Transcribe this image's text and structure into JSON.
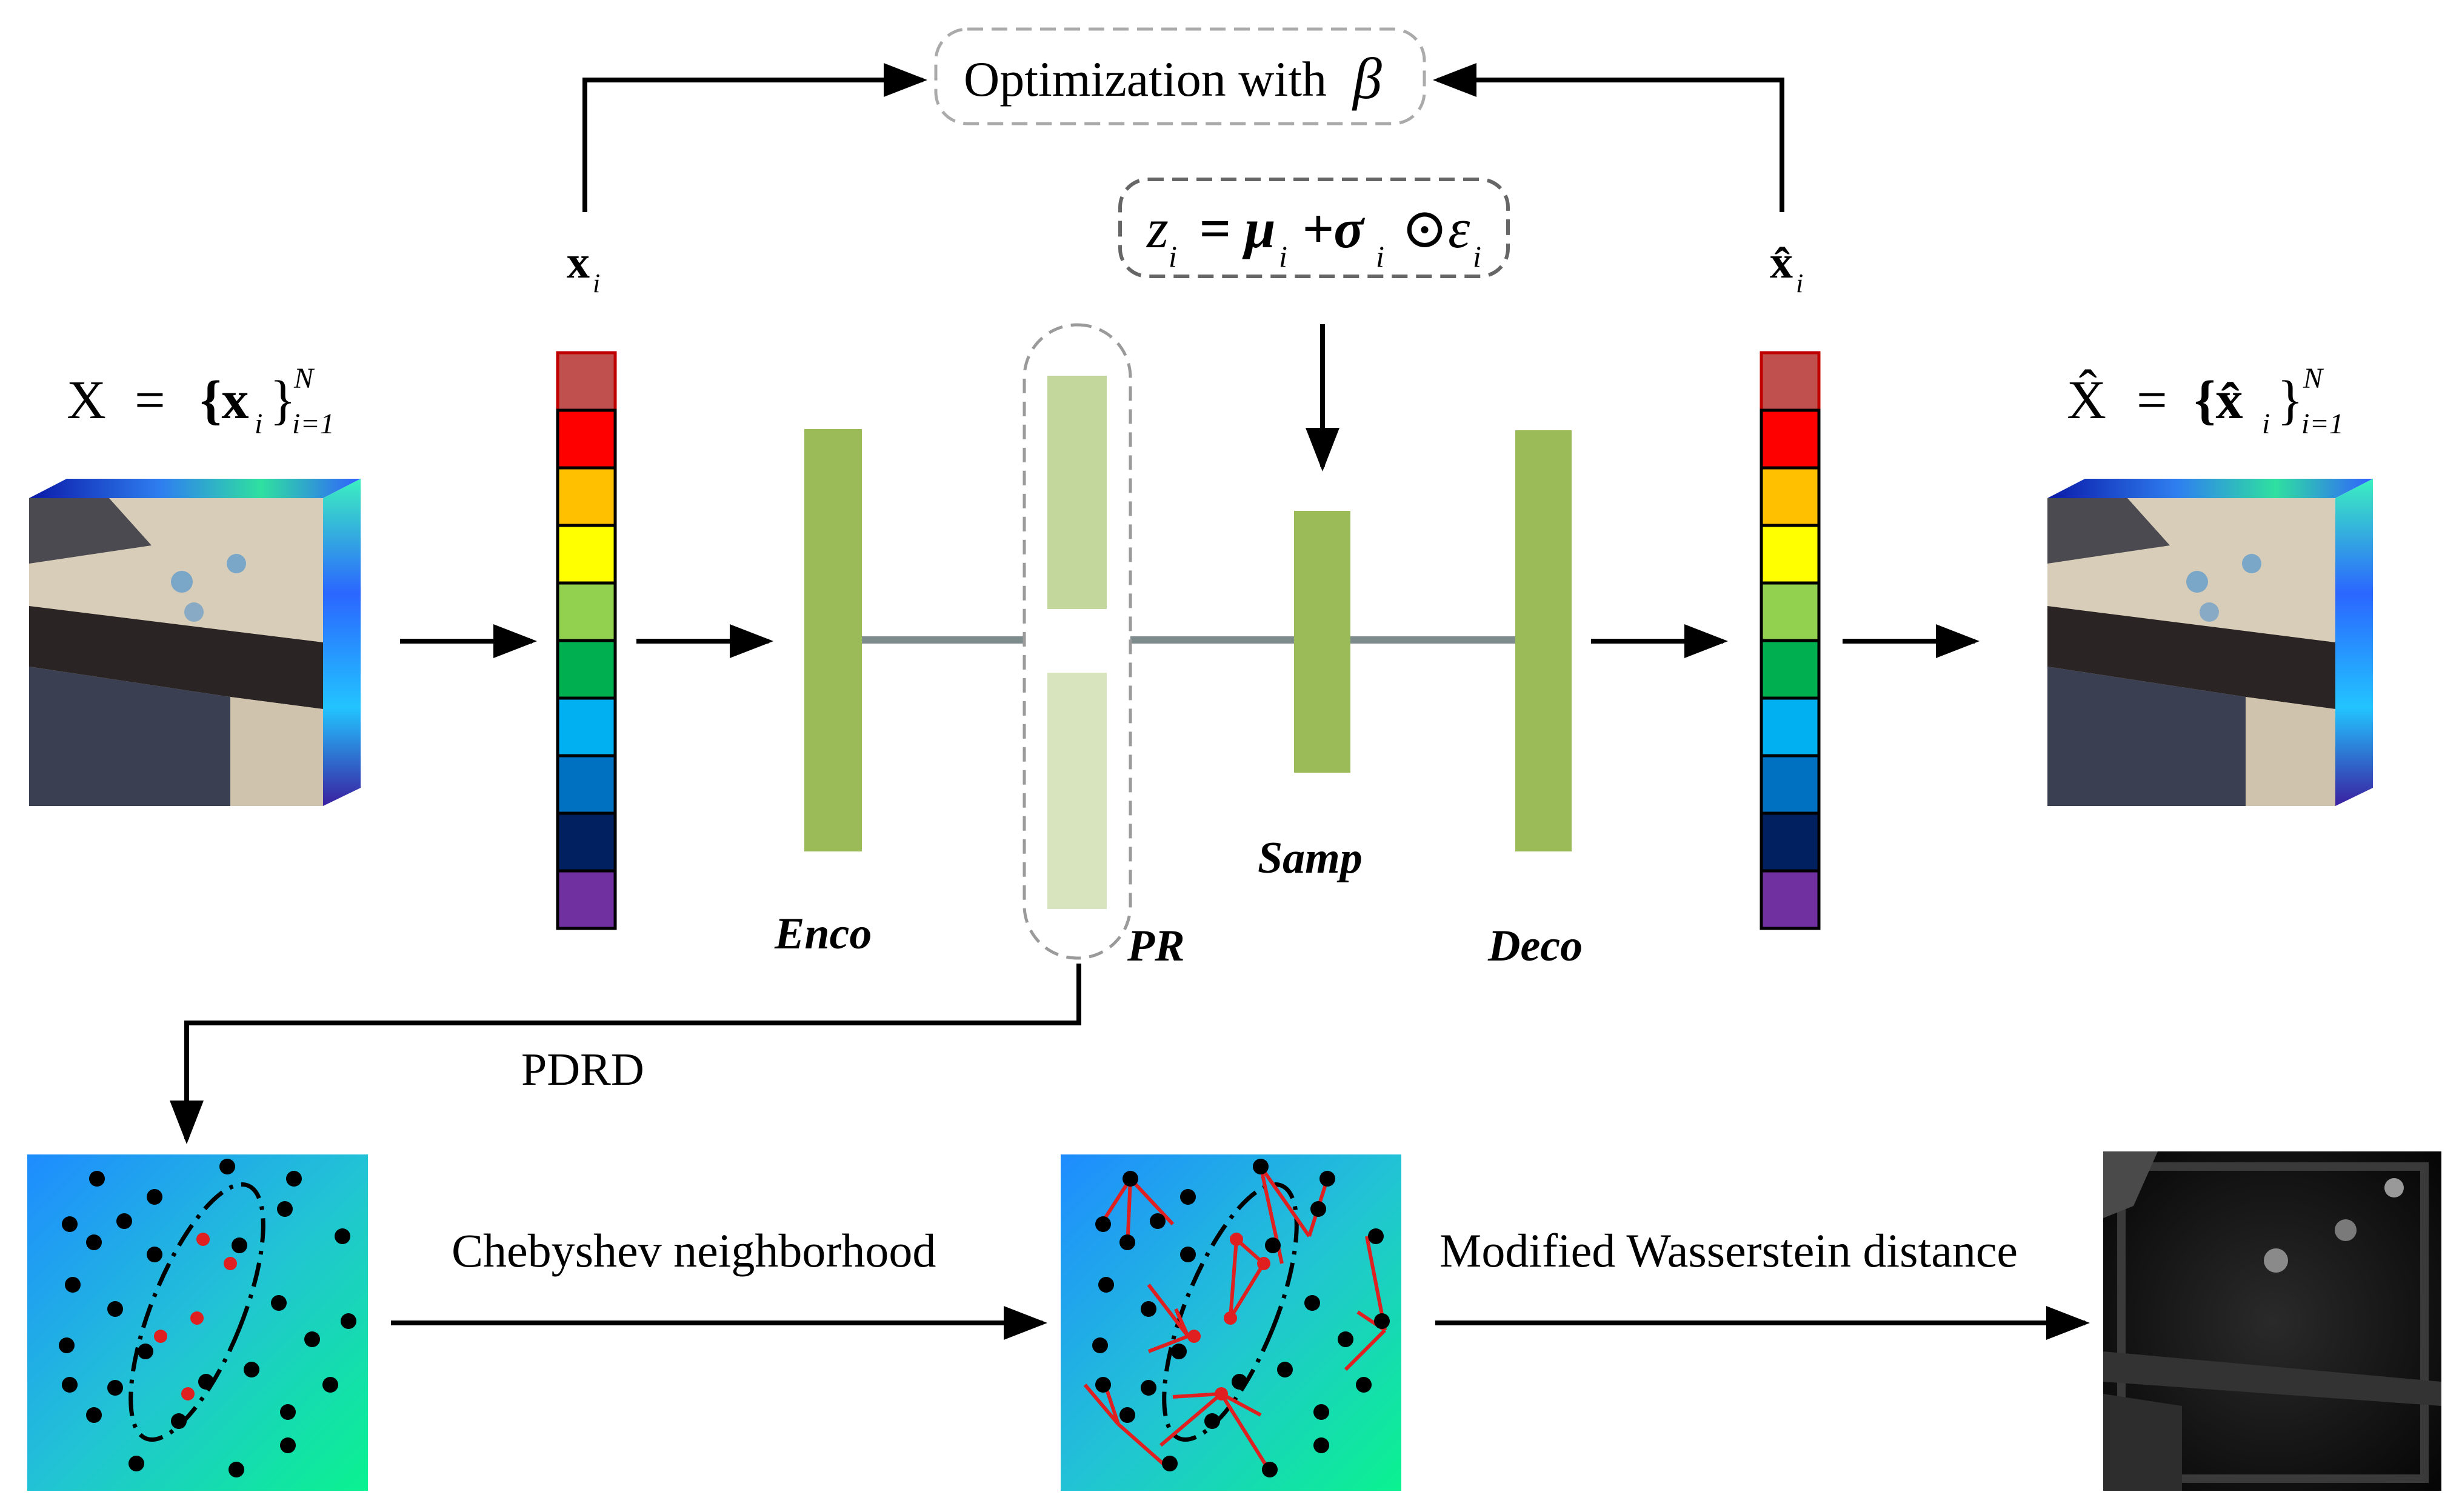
{
  "labels": {
    "optimization_text": "Optimization with",
    "optimization_symbol": "β",
    "x_i": "x",
    "x_i_sub": "i",
    "x_hat_i": "x̂",
    "x_hat_i_sub": "i",
    "X_set_lhs": "X",
    "X_set_rhs": "{x",
    "X_hat_lhs": "X̂",
    "X_hat_rhs": "{x̂",
    "set_sup": "N",
    "set_sub": "i=1",
    "reparam_formula": "z",
    "reparam_rest": "= μ",
    "reparam_plus": "+σ",
    "reparam_odot": "⊙ε",
    "sub_i": "i",
    "enco": "Enco",
    "pr": "PR",
    "samp": "Samp",
    "deco": "Deco",
    "pdrd": "PDRD",
    "chebyshev": "Chebyshev neighborhood",
    "wasserstein": "Modified Wasserstein distance"
  },
  "colors": {
    "layer_green": "#9bbb59",
    "pr_top": "#c3d69b",
    "pr_bottom": "#d7e4bd",
    "arrow": "#000000",
    "edge_red": "#e02020",
    "point_black": "#000000",
    "link_gray": "#7f8c8d",
    "spectrum": [
      "#c0504d",
      "#ff0000",
      "#ffc000",
      "#ffff00",
      "#92d050",
      "#00b050",
      "#00b0f0",
      "#0070c0",
      "#002060",
      "#7030a0"
    ]
  }
}
